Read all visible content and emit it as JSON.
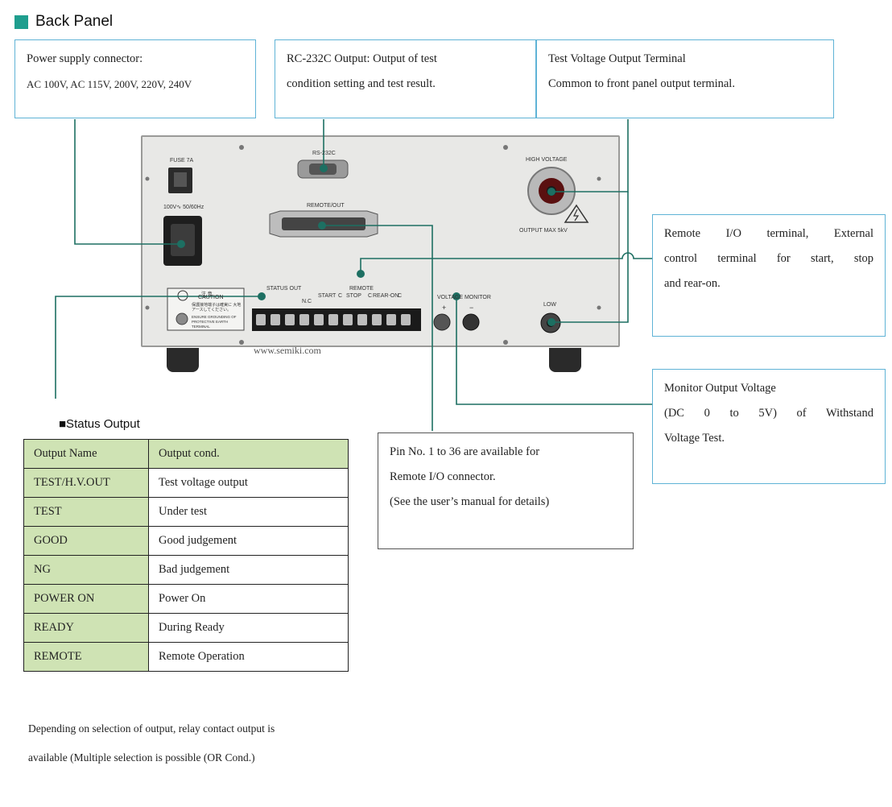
{
  "section_title": "Back Panel",
  "callouts": {
    "power": [
      "Power supply connector:",
      "AC 100V, AC 115V, 200V, 220V, 240V"
    ],
    "rs232": [
      "RC-232C Output: Output of test",
      "condition setting and test result."
    ],
    "test_voltage": [
      "Test Voltage Output Terminal",
      "Common to front panel output terminal."
    ],
    "remote_io": [
      "Remote I/O terminal, External",
      "control terminal for start, stop",
      "and rear-on."
    ],
    "monitor": [
      "Monitor Output Voltage",
      "(DC 0 to 5V) of Withstand",
      "Voltage Test."
    ],
    "pins": [
      "Pin No. 1 to 36 are available for",
      "Remote I/O connector.",
      "(See the user’s manual for details)"
    ]
  },
  "panel_labels": {
    "fuse": "FUSE 7A",
    "ac_rating": "100V∿ 50/60Hz",
    "rs232c": "RS-232C",
    "remote_out": "REMOTE/OUT",
    "high_voltage": "HIGH VOLTAGE",
    "output_max": "OUTPUT MAX 5kV",
    "status_out": "STATUS OUT",
    "remote": "REMOTE",
    "nc": "N.C",
    "start": "START",
    "stop": "STOP",
    "rear_on": "REAR-ON",
    "c_terminal": "C",
    "voltage_monitor": "VOLTAGE MONITOR",
    "plus": "+",
    "minus": "−",
    "low": "LOW",
    "caution_title": "注 意",
    "caution": "CAUTION",
    "caution_jp": "保護接地端子は確実に 大地アースしてください。",
    "caution_en": "ENSURE GROUNDING OF PROTECTIVE EARTH TERMINAL"
  },
  "watermark": "www.semiki.com",
  "status_output": {
    "label": "■Status Output",
    "headers": [
      "Output Name",
      "Output cond."
    ],
    "rows": [
      [
        "TEST/H.V.OUT",
        "Test voltage output"
      ],
      [
        "TEST",
        "Under test"
      ],
      [
        "GOOD",
        "Good judgement"
      ],
      [
        "NG",
        "Bad judgement"
      ],
      [
        "POWER ON",
        "Power On"
      ],
      [
        "READY",
        "During Ready"
      ],
      [
        "REMOTE",
        "Remote Operation"
      ]
    ],
    "notes": [
      "Depending on selection of output, relay contact output is",
      "available (Multiple selection is possible (OR Cond.)"
    ]
  },
  "colors": {
    "accent": "#1f9e8e",
    "callout_border": "#5fb3d6",
    "table_header": "#cfe3b4"
  }
}
